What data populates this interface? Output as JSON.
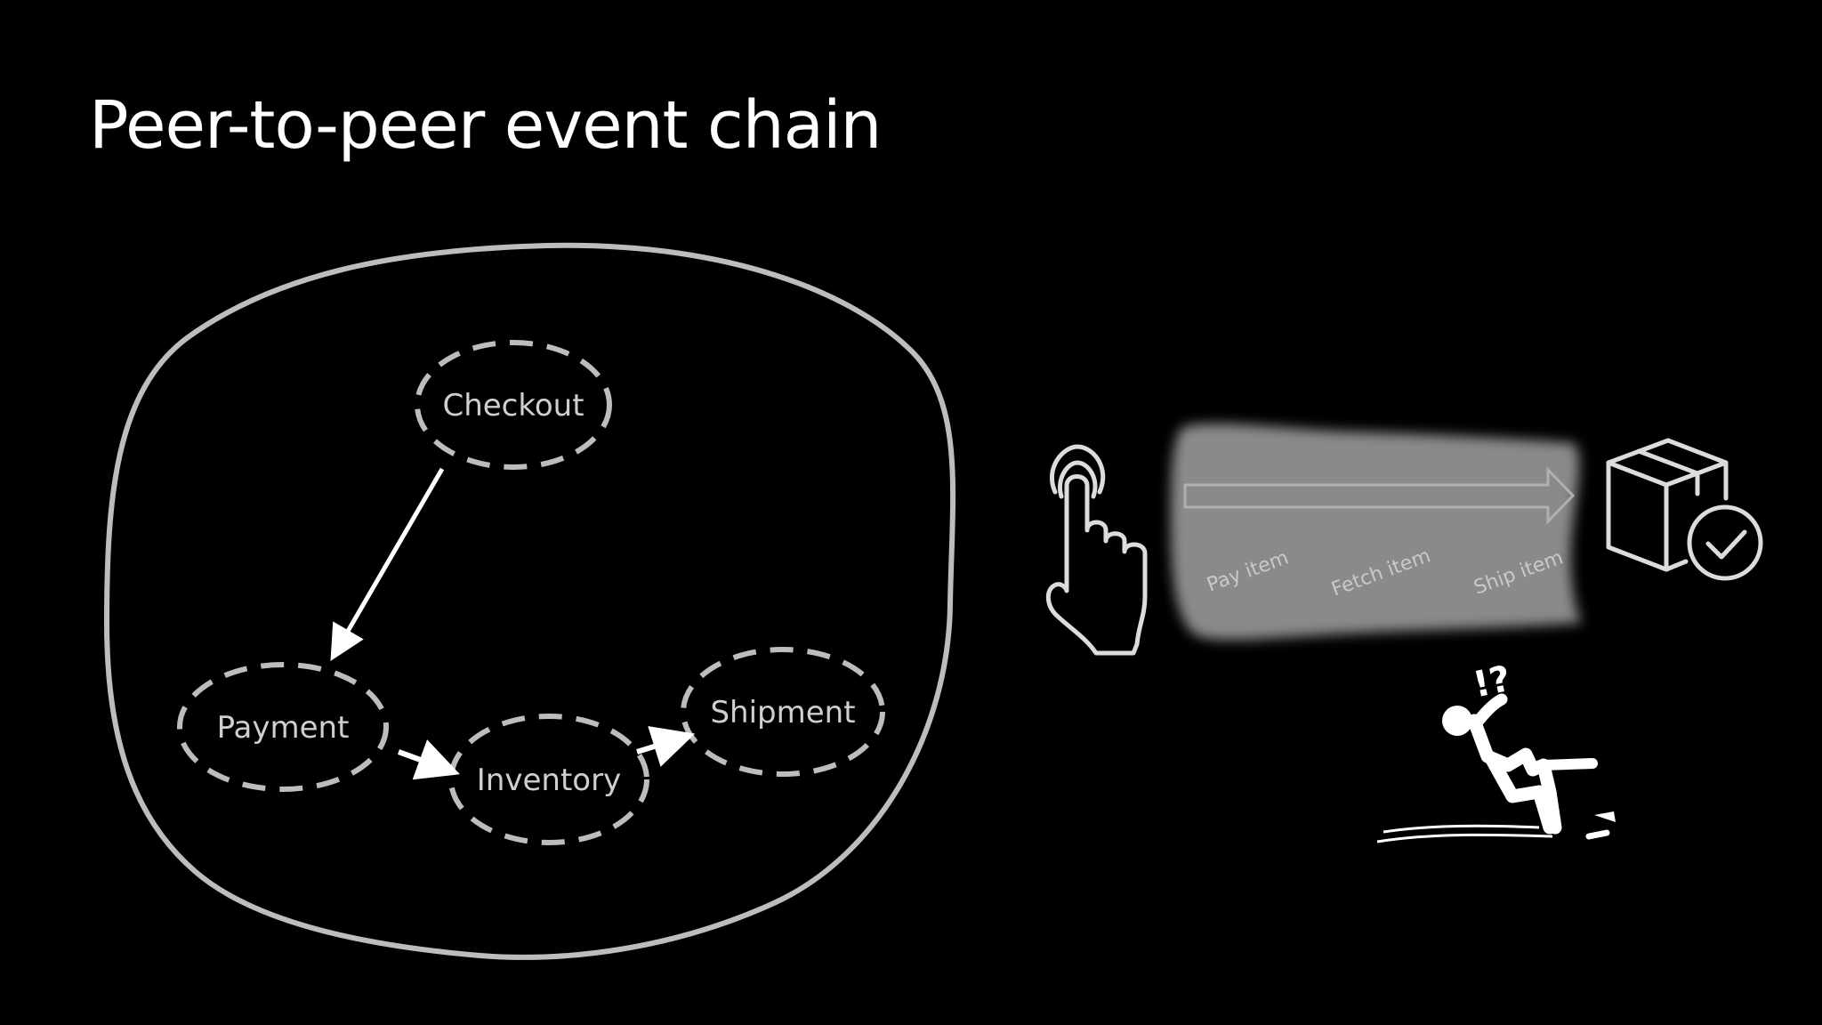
{
  "slide": {
    "title": "Peer-to-peer event chain"
  },
  "services": {
    "checkout": "Checkout",
    "payment": "Payment",
    "inventory": "Inventory",
    "shipment": "Shipment"
  },
  "process": {
    "steps": [
      "Pay item",
      "Fetch item",
      "Ship item"
    ],
    "bang": "!?"
  },
  "icons": {
    "start": "pointer-hand-icon",
    "end": "package-delivered-icon",
    "failure": "person-slipping-icon"
  },
  "colors": {
    "background": "#000000",
    "foreground": "#ffffff",
    "outline": "#bdbdbd",
    "blur_shape": "#8a8a8a"
  }
}
